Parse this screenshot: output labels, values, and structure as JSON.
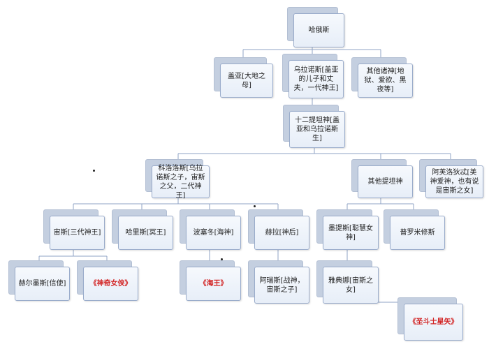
{
  "nodes": {
    "hagis": {
      "label": "哈俄斯"
    },
    "gaia": {
      "label": "盖亚[大地之母]"
    },
    "uranus": {
      "label": "乌拉诺斯[盖亚的儿子和丈夫，一代神王]"
    },
    "other_gods": {
      "label": "其他诸神[地狱、爱欲、黑夜等]"
    },
    "titans": {
      "label": "十二提坦神[盖亚和乌拉诺斯生]"
    },
    "cronus": {
      "label": "科洛洛斯[乌拉诺斯之子，宙斯之父，二代神王]"
    },
    "other_titans": {
      "label": "其他提坦神"
    },
    "aphrodite": {
      "label": "阿芙洛狄忒[美神爱神，也有说是宙斯之女]"
    },
    "zeus": {
      "label": "宙斯[三代神王]"
    },
    "hades": {
      "label": "哈里斯[冥王]"
    },
    "poseidon": {
      "label": "波塞冬[海神]"
    },
    "hera": {
      "label": "赫拉[神后]"
    },
    "metis": {
      "label": "墨提斯[聪慧女神]"
    },
    "prometheus": {
      "label": "普罗米修斯"
    },
    "hermes": {
      "label": "赫尔墨斯[信使]"
    },
    "wonder_woman": {
      "label": "《神奇女侠》"
    },
    "aquaman": {
      "label": "《海王》"
    },
    "ares": {
      "label": "阿瑞斯[战神，宙斯之子]"
    },
    "athena": {
      "label": "雅典娜[宙斯之女]"
    },
    "saint_seiya": {
      "label": "《圣斗士星矢》"
    }
  },
  "colors": {
    "line": "#8fa3c4",
    "box_fill": "#eef3fa",
    "box_back": "#c4cfe0",
    "text": "#1d1d1d",
    "highlight_text": "#d22424"
  }
}
